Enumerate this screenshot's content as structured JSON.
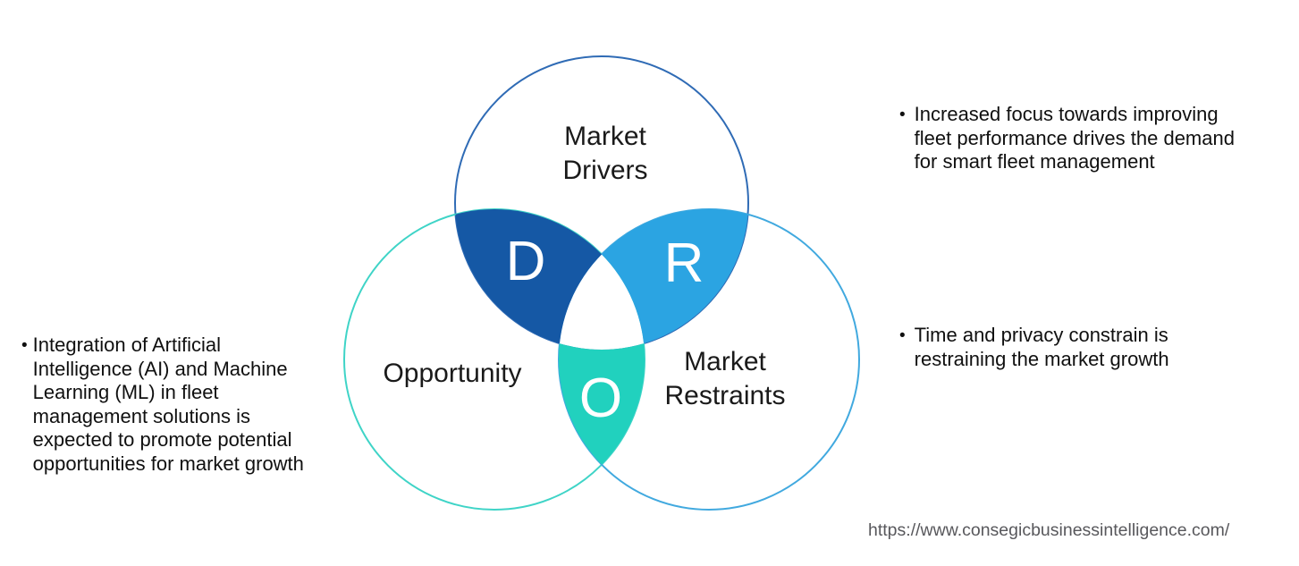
{
  "venn": {
    "circles": {
      "drivers": {
        "label_line1": "Market",
        "label_line2": "Drivers",
        "outline_color": "#2F6BB5"
      },
      "opportunity": {
        "label": "Opportunity",
        "outline_color": "#3FD4C7"
      },
      "restraints": {
        "label_line1": "Market",
        "label_line2": "Restraints",
        "outline_color": "#41A9DF"
      }
    },
    "overlaps": {
      "drivers_opportunity": {
        "letter": "D",
        "color": "#1558A5"
      },
      "drivers_restraints": {
        "letter": "R",
        "color": "#2BA4E2"
      },
      "opportunity_restraints": {
        "letter": "O",
        "color": "#21D1BE"
      }
    },
    "center_color": "#ffffff"
  },
  "left_panel": {
    "bullet": {
      "marker": "•",
      "lines": [
        "Integration of Artificial",
        "Intelligence (AI) and Machine",
        "Learning (ML) in fleet",
        "management solutions is",
        "expected to promote potential",
        "opportunities for market growth"
      ]
    }
  },
  "right_panel": {
    "bullet_drivers": {
      "marker": "•",
      "lines": [
        "Increased focus towards improving",
        "fleet performance drives the demand",
        "for smart fleet management"
      ]
    },
    "bullet_restraints": {
      "marker": "•",
      "lines": [
        "Time and privacy constrain is",
        "restraining the market growth"
      ]
    }
  },
  "footer": {
    "url": "https://www.consegicbusinessintelligence.com/"
  }
}
